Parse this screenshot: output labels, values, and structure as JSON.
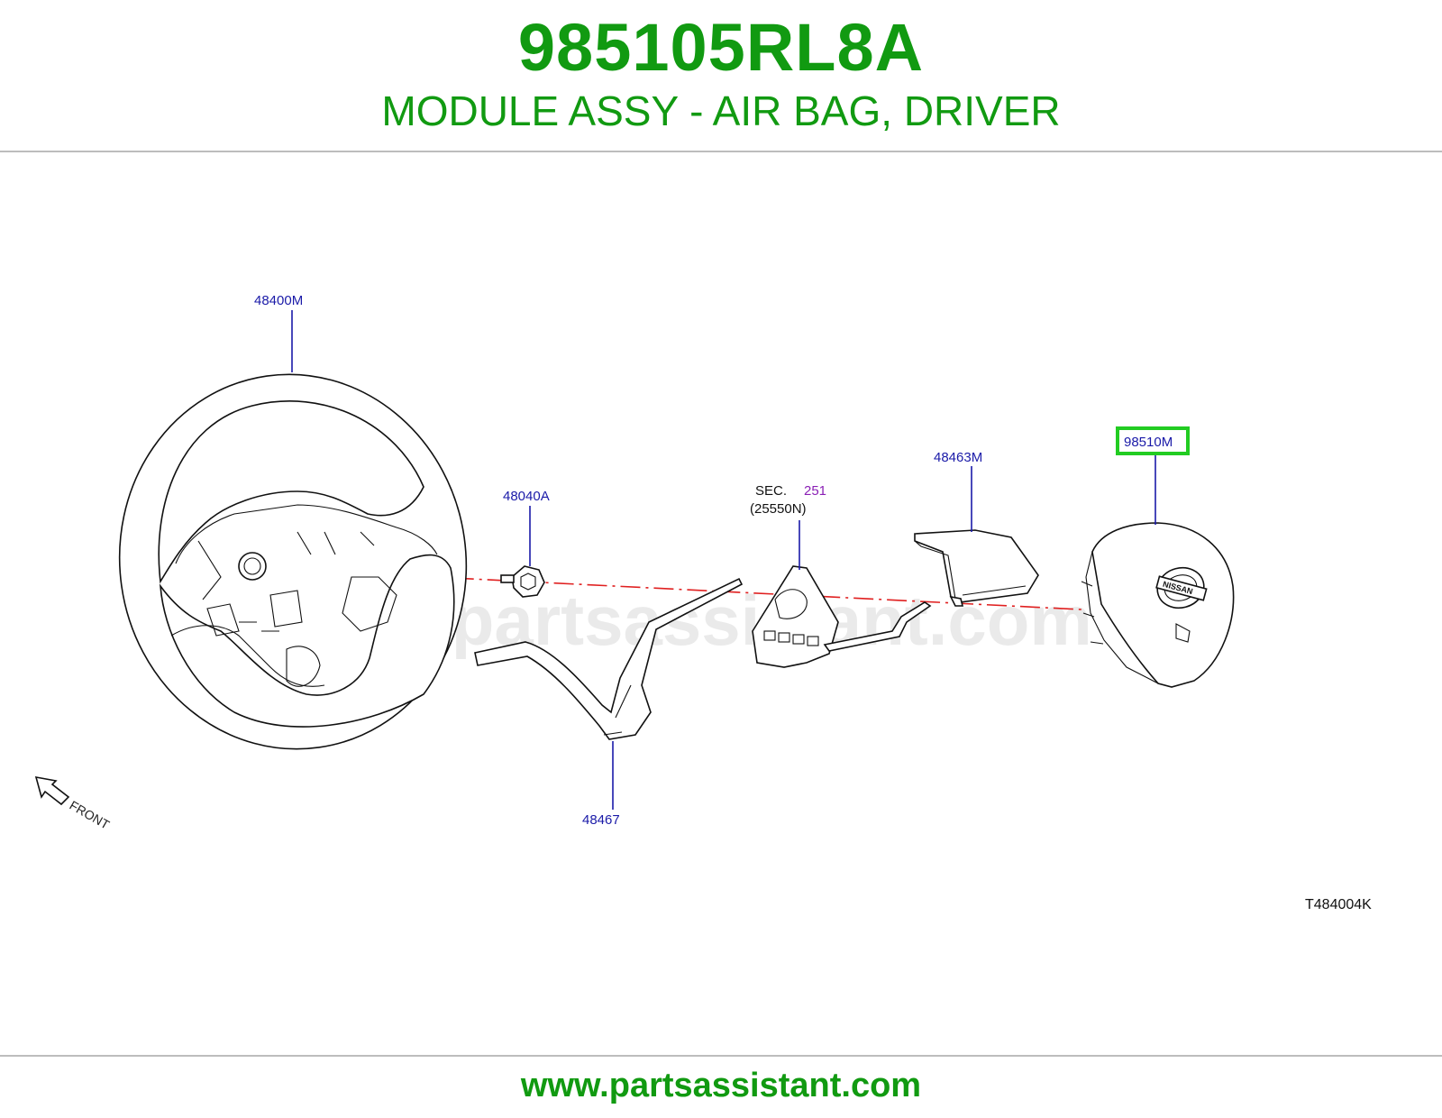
{
  "header": {
    "part_number": "985105RL8A",
    "description": "MODULE ASSY - AIR BAG, DRIVER"
  },
  "diagram": {
    "callouts": {
      "steering_wheel": "48400M",
      "bolt": "48040A",
      "finisher": "48467",
      "switch_sec_label": "SEC.",
      "switch_sec_number": "251",
      "switch_part": "(25550N)",
      "lower_cover": "48463M",
      "airbag_module": "98510M"
    },
    "front_label": "FRONT",
    "drawing_ref": "T484004K",
    "watermark": "www.partsassistant.com",
    "logo_text": "NISSAN",
    "highlight_color": "#22cc22"
  },
  "footer": {
    "url": "www.partsassistant.com"
  }
}
